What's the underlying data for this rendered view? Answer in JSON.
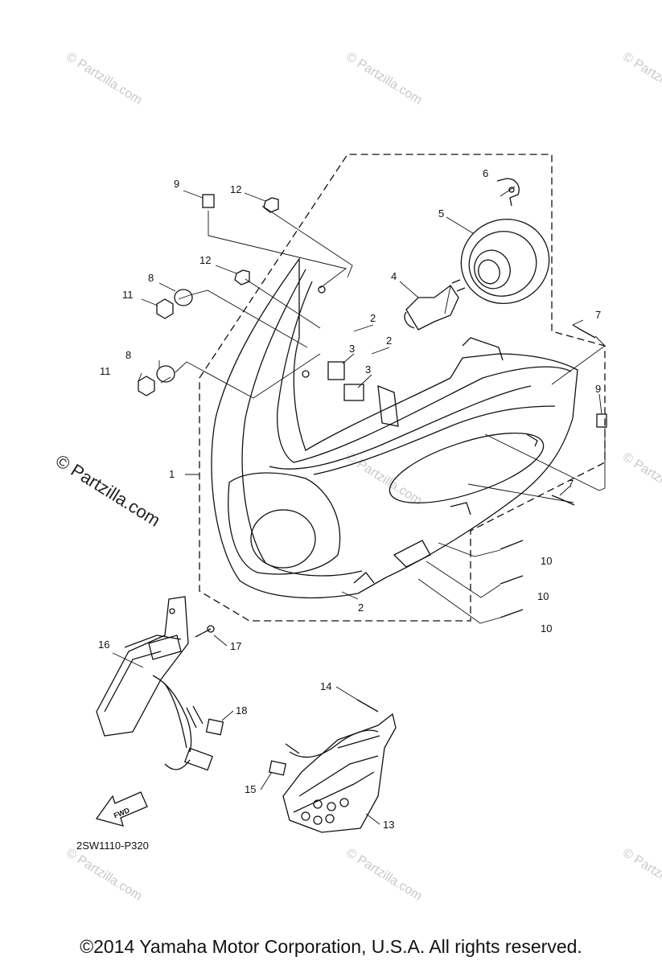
{
  "watermark": {
    "small": "© Partzilla.com",
    "large": "© Partzilla.com"
  },
  "diagram_code": "2SW1110-P320",
  "fwd_label": "FWD",
  "copyright": "©2014 Yamaha Motor Corporation, U.S.A. All rights reserved.",
  "callouts": [
    {
      "id": "c9a",
      "text": "9"
    },
    {
      "id": "c12a",
      "text": "12"
    },
    {
      "id": "c6",
      "text": "6"
    },
    {
      "id": "c5",
      "text": "5"
    },
    {
      "id": "c12b",
      "text": "12"
    },
    {
      "id": "c8a",
      "text": "8"
    },
    {
      "id": "c11a",
      "text": "11"
    },
    {
      "id": "c4",
      "text": "4"
    },
    {
      "id": "c2a",
      "text": "2"
    },
    {
      "id": "c2b",
      "text": "2"
    },
    {
      "id": "c3a",
      "text": "3"
    },
    {
      "id": "c3b",
      "text": "3"
    },
    {
      "id": "c7a",
      "text": "7"
    },
    {
      "id": "c8b",
      "text": "8"
    },
    {
      "id": "c11b",
      "text": "11"
    },
    {
      "id": "c9b",
      "text": "9"
    },
    {
      "id": "c1",
      "text": "1"
    },
    {
      "id": "c7b",
      "text": "7"
    },
    {
      "id": "c10a",
      "text": "10"
    },
    {
      "id": "c10b",
      "text": "10"
    },
    {
      "id": "c10c",
      "text": "10"
    },
    {
      "id": "c2c",
      "text": "2"
    },
    {
      "id": "c16",
      "text": "16"
    },
    {
      "id": "c17",
      "text": "17"
    },
    {
      "id": "c18",
      "text": "18"
    },
    {
      "id": "c14",
      "text": "14"
    },
    {
      "id": "c15",
      "text": "15"
    },
    {
      "id": "c13",
      "text": "13"
    }
  ]
}
